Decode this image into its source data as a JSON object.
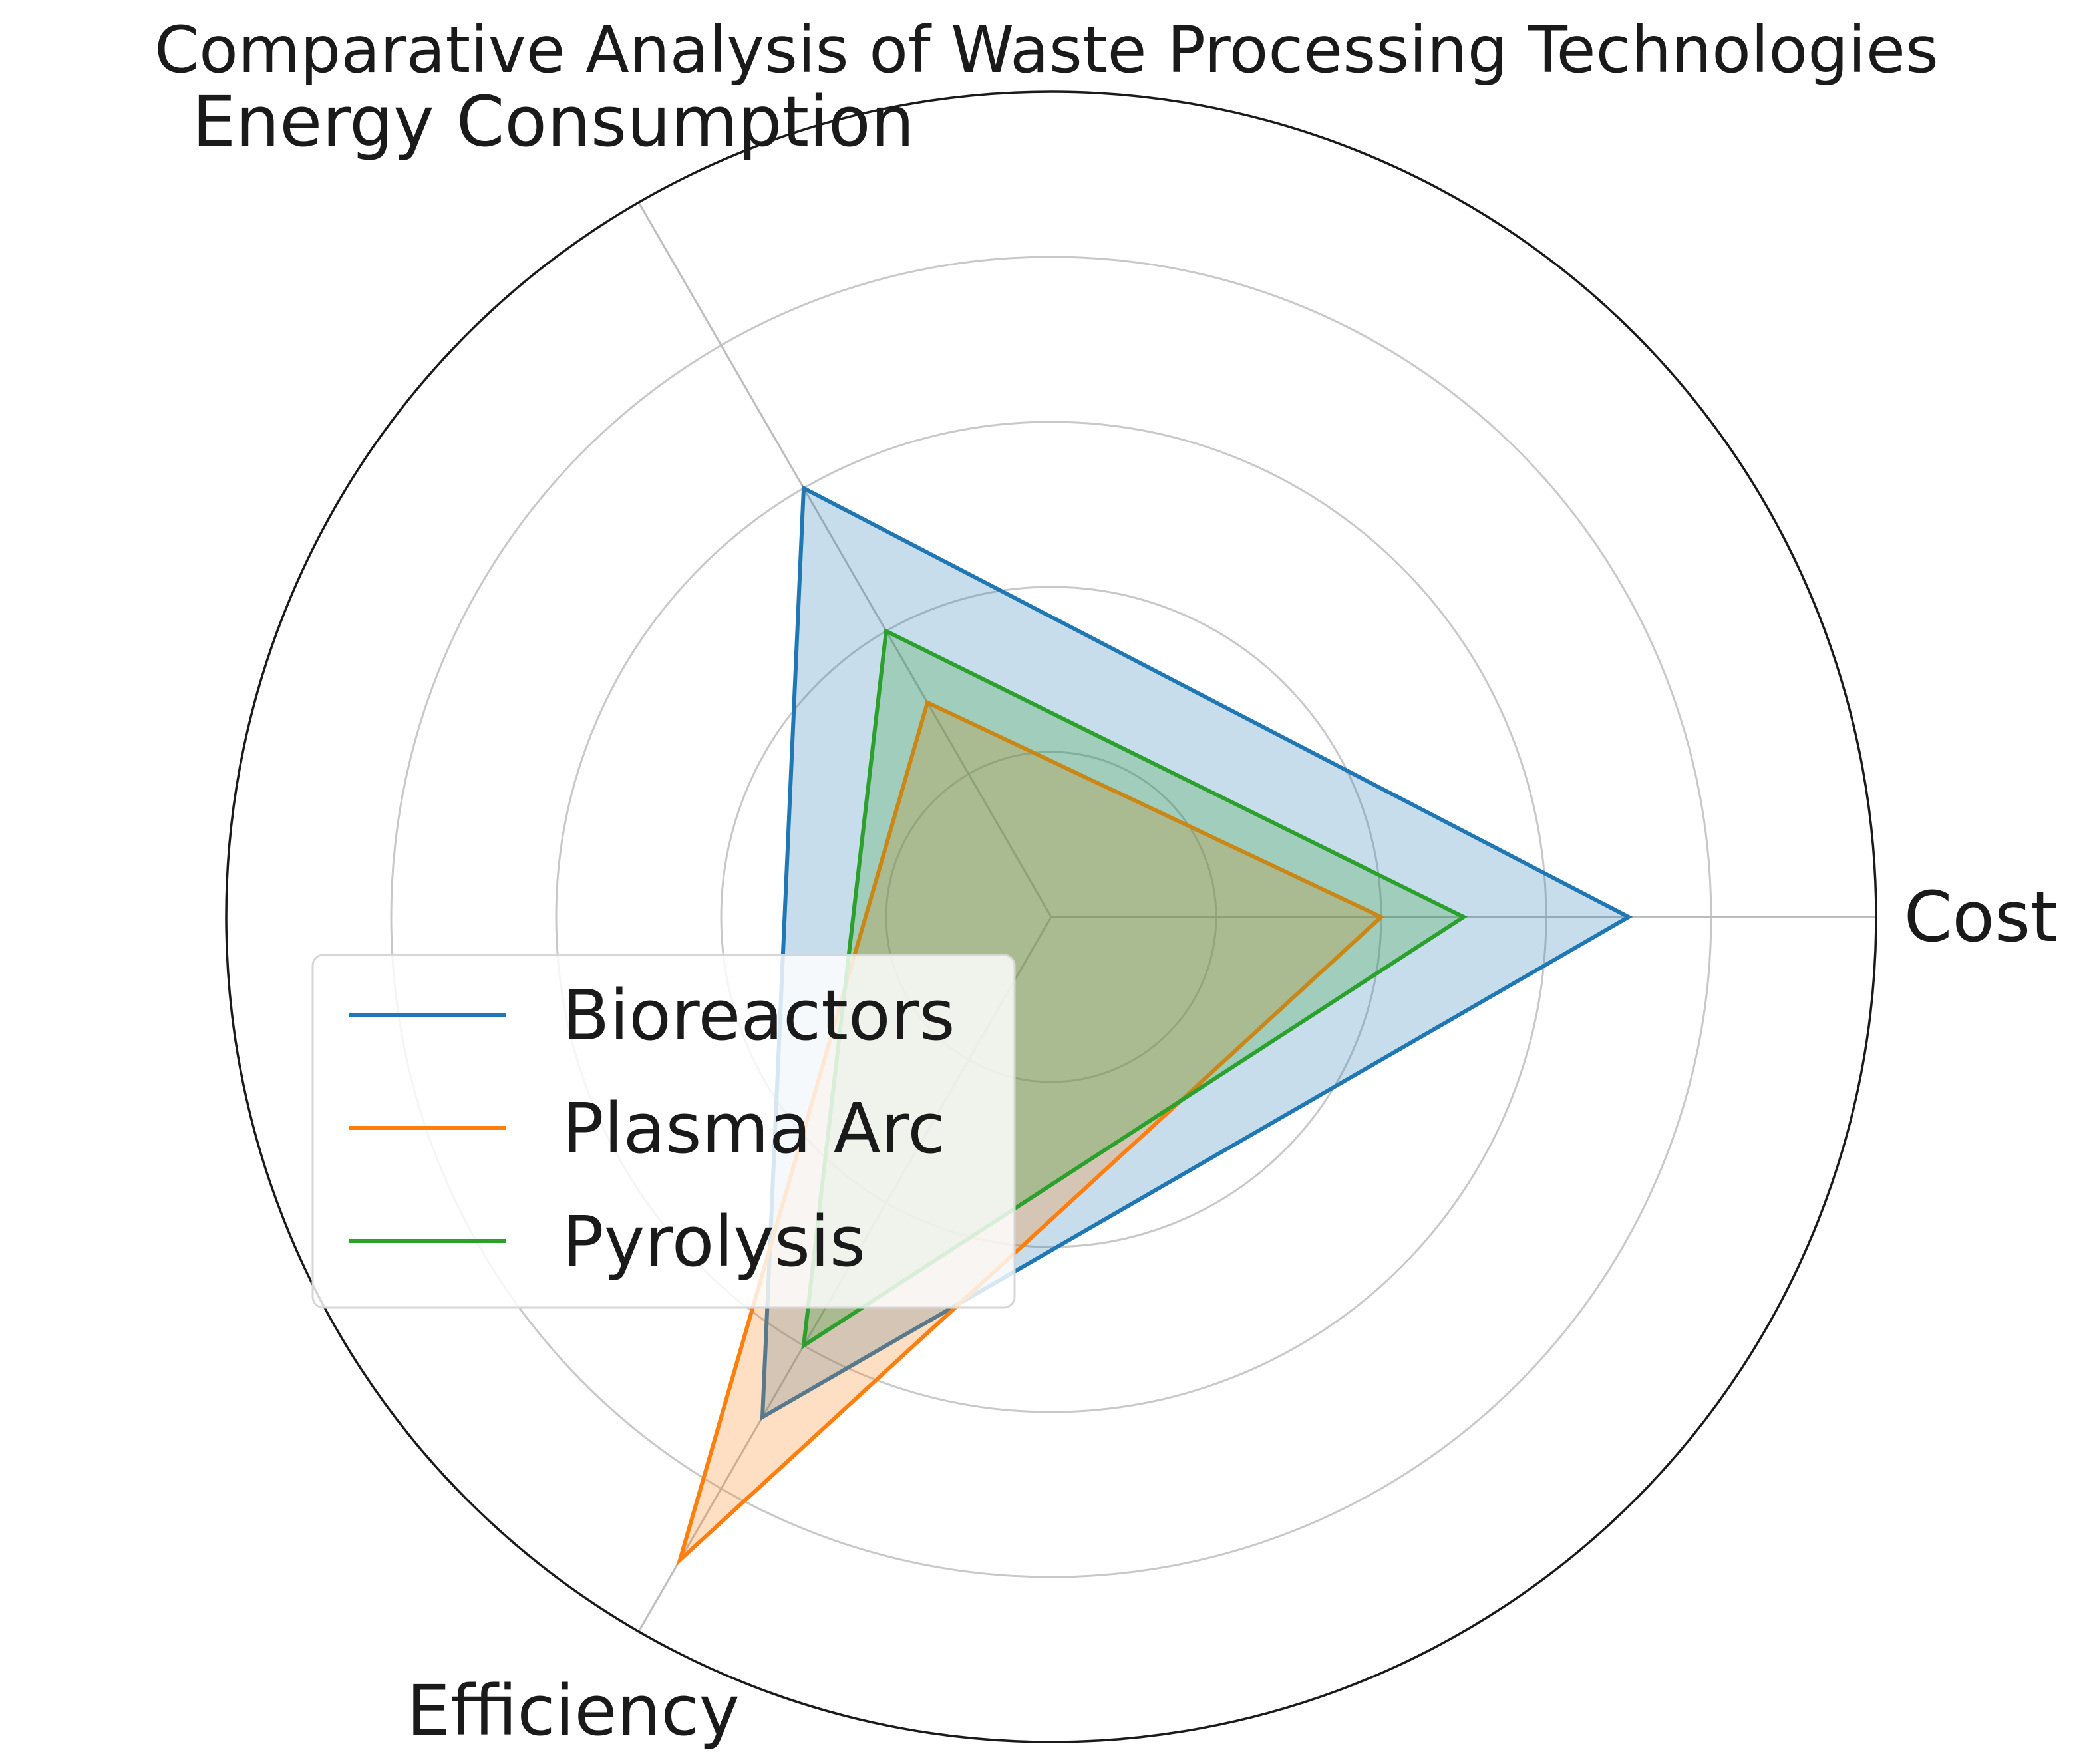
{
  "chart_data": {
    "type": "radar",
    "title": "Comparative Analysis of Waste Processing Technologies",
    "axes": [
      "Cost",
      "Energy Consumption",
      "Efficiency"
    ],
    "rlim": [
      0,
      5
    ],
    "grid": true,
    "legend_position": "center-left",
    "series": [
      {
        "name": "Bioreactors",
        "color": "#1f77b4",
        "values": [
          3.5,
          3.0,
          3.5
        ]
      },
      {
        "name": "Plasma Arc",
        "color": "#ff7f0e",
        "values": [
          2.0,
          1.5,
          4.5
        ]
      },
      {
        "name": "Pyrolysis",
        "color": "#2ca02c",
        "values": [
          2.5,
          2.0,
          3.0
        ]
      }
    ]
  }
}
